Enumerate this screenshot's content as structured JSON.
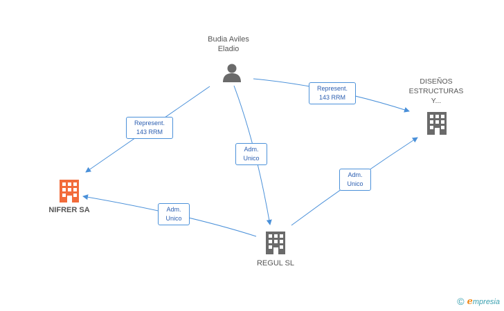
{
  "nodes": {
    "person": {
      "name_line1": "Budia Aviles",
      "name_line2": "Eladio",
      "icon": "person-icon"
    },
    "disenos": {
      "name_line1": "DISEÑOS",
      "name_line2": "ESTRUCTURAS",
      "name_line3": "Y...",
      "icon": "building-icon",
      "color": "#6a6a6a"
    },
    "nifrer": {
      "name": "NIFRER SA",
      "icon": "building-icon",
      "color": "#f26b3a"
    },
    "regul": {
      "name": "REGUL SL",
      "icon": "building-icon",
      "color": "#6a6a6a"
    }
  },
  "edges": {
    "person_nifrer": {
      "line1": "Represent.",
      "line2": "143 RRM"
    },
    "person_disenos": {
      "line1": "Represent.",
      "line2": "143 RRM"
    },
    "person_regul": {
      "line1": "Adm.",
      "line2": "Unico"
    },
    "regul_disenos": {
      "line1": "Adm.",
      "line2": "Unico"
    },
    "regul_nifrer": {
      "line1": "Adm.",
      "line2": "Unico"
    }
  },
  "colors": {
    "edge": "#4a90d9",
    "accent": "#f26b3a"
  },
  "footer": {
    "copyright": "©",
    "brand_initial": "e",
    "brand_rest": "mpresia"
  }
}
